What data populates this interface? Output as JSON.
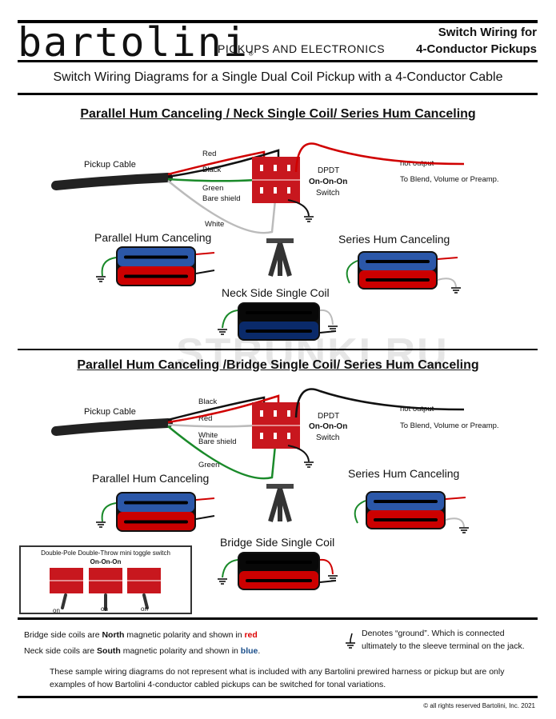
{
  "header": {
    "logo": "bartolini",
    "registered": "®",
    "tagline": "PICKUPS AND ELECTRONICS",
    "title_line1": "Switch Wiring for",
    "title_line2": "4-Conductor Pickups",
    "subtitle": "Switch Wiring Diagrams for a Single Dual Coil Pickup with a 4-Conductor Cable"
  },
  "watermark": "STRUNKI.RU",
  "diagram1": {
    "heading": "Parallel Hum Canceling / Neck Single Coil/ Series Hum Canceling",
    "cable": "Pickup Cable",
    "wires": [
      "Red",
      "Black",
      "Green",
      "Bare shield",
      "White"
    ],
    "switch": {
      "type": "DPDT",
      "mode": "On-On-On",
      "label": "Switch"
    },
    "hot": "hot output",
    "dest": "To Blend, Volume or Preamp.",
    "left": "Parallel Hum Canceling",
    "right": "Series Hum Canceling",
    "center": "Neck Side Single Coil"
  },
  "diagram2": {
    "heading": "Parallel Hum Canceling /Bridge Single Coil/ Series Hum Canceling",
    "cable": "Pickup Cable",
    "wires": [
      "Black",
      "Red",
      "White",
      "Bare shield",
      "Green"
    ],
    "switch": {
      "type": "DPDT",
      "mode": "On-On-On",
      "label": "Switch"
    },
    "hot": "hot output",
    "dest": "To Blend, Volume or Preamp.",
    "left": "Parallel Hum Canceling",
    "right": "Series Hum Canceling",
    "center": "Bridge Side Single Coil"
  },
  "legend_box": {
    "title": "Double-Pole Double-Throw mini toggle switch",
    "mode": "On-On-On",
    "positions": [
      "on",
      "on",
      "on"
    ]
  },
  "notes": {
    "bridge_pre": "Bridge side coils are ",
    "bridge_b": "North",
    "bridge_mid": " magnetic polarity and shown in ",
    "bridge_color": "red",
    "neck_pre": "Neck side coils are ",
    "neck_b": "South",
    "neck_mid": " magnetic polarity and shown in ",
    "neck_color": "blue",
    "neck_end": ".",
    "ground_line1": "Denotes “ground”. Which is connected",
    "ground_line2": "ultimately to the sleeve terminal on the jack."
  },
  "disclaimer": {
    "line1": "These sample wiring diagrams do not represent what is included with any Bartolini prewired harness or pickup but are only",
    "line2": "examples of how Bartolini 4-conductor cabled pickups can be switched for tonal variations."
  },
  "copyright": "© all rights reserved Bartolini, Inc. 2021",
  "colors": {
    "red": "#d00000",
    "blue": "#1a4e8a",
    "switch": "#c8171e"
  }
}
